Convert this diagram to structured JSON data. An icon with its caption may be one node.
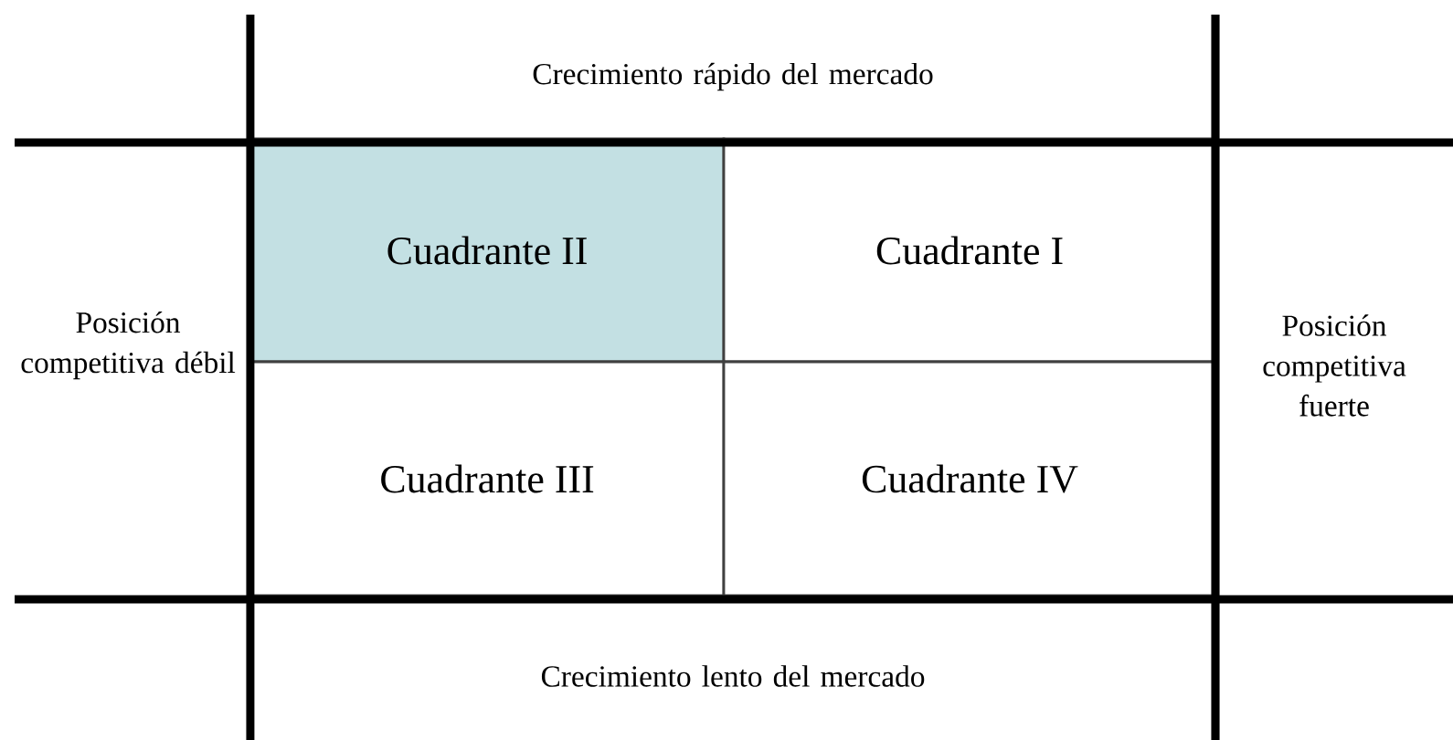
{
  "diagram": {
    "nodes": [
      {
        "text": [
          "Cuadrante II"
        ]
      },
      {
        "text": [
          "Cuadrante I"
        ]
      },
      {
        "text": [
          "Cuadrante III"
        ]
      },
      {
        "text": [
          "Cuadrante IV"
        ]
      }
    ],
    "labels": [
      "Crecimiento rápido del mercado",
      "Posición competitiva débil",
      "Posición competitiva fuerte",
      "Crecimiento lento del mercado"
    ]
  }
}
